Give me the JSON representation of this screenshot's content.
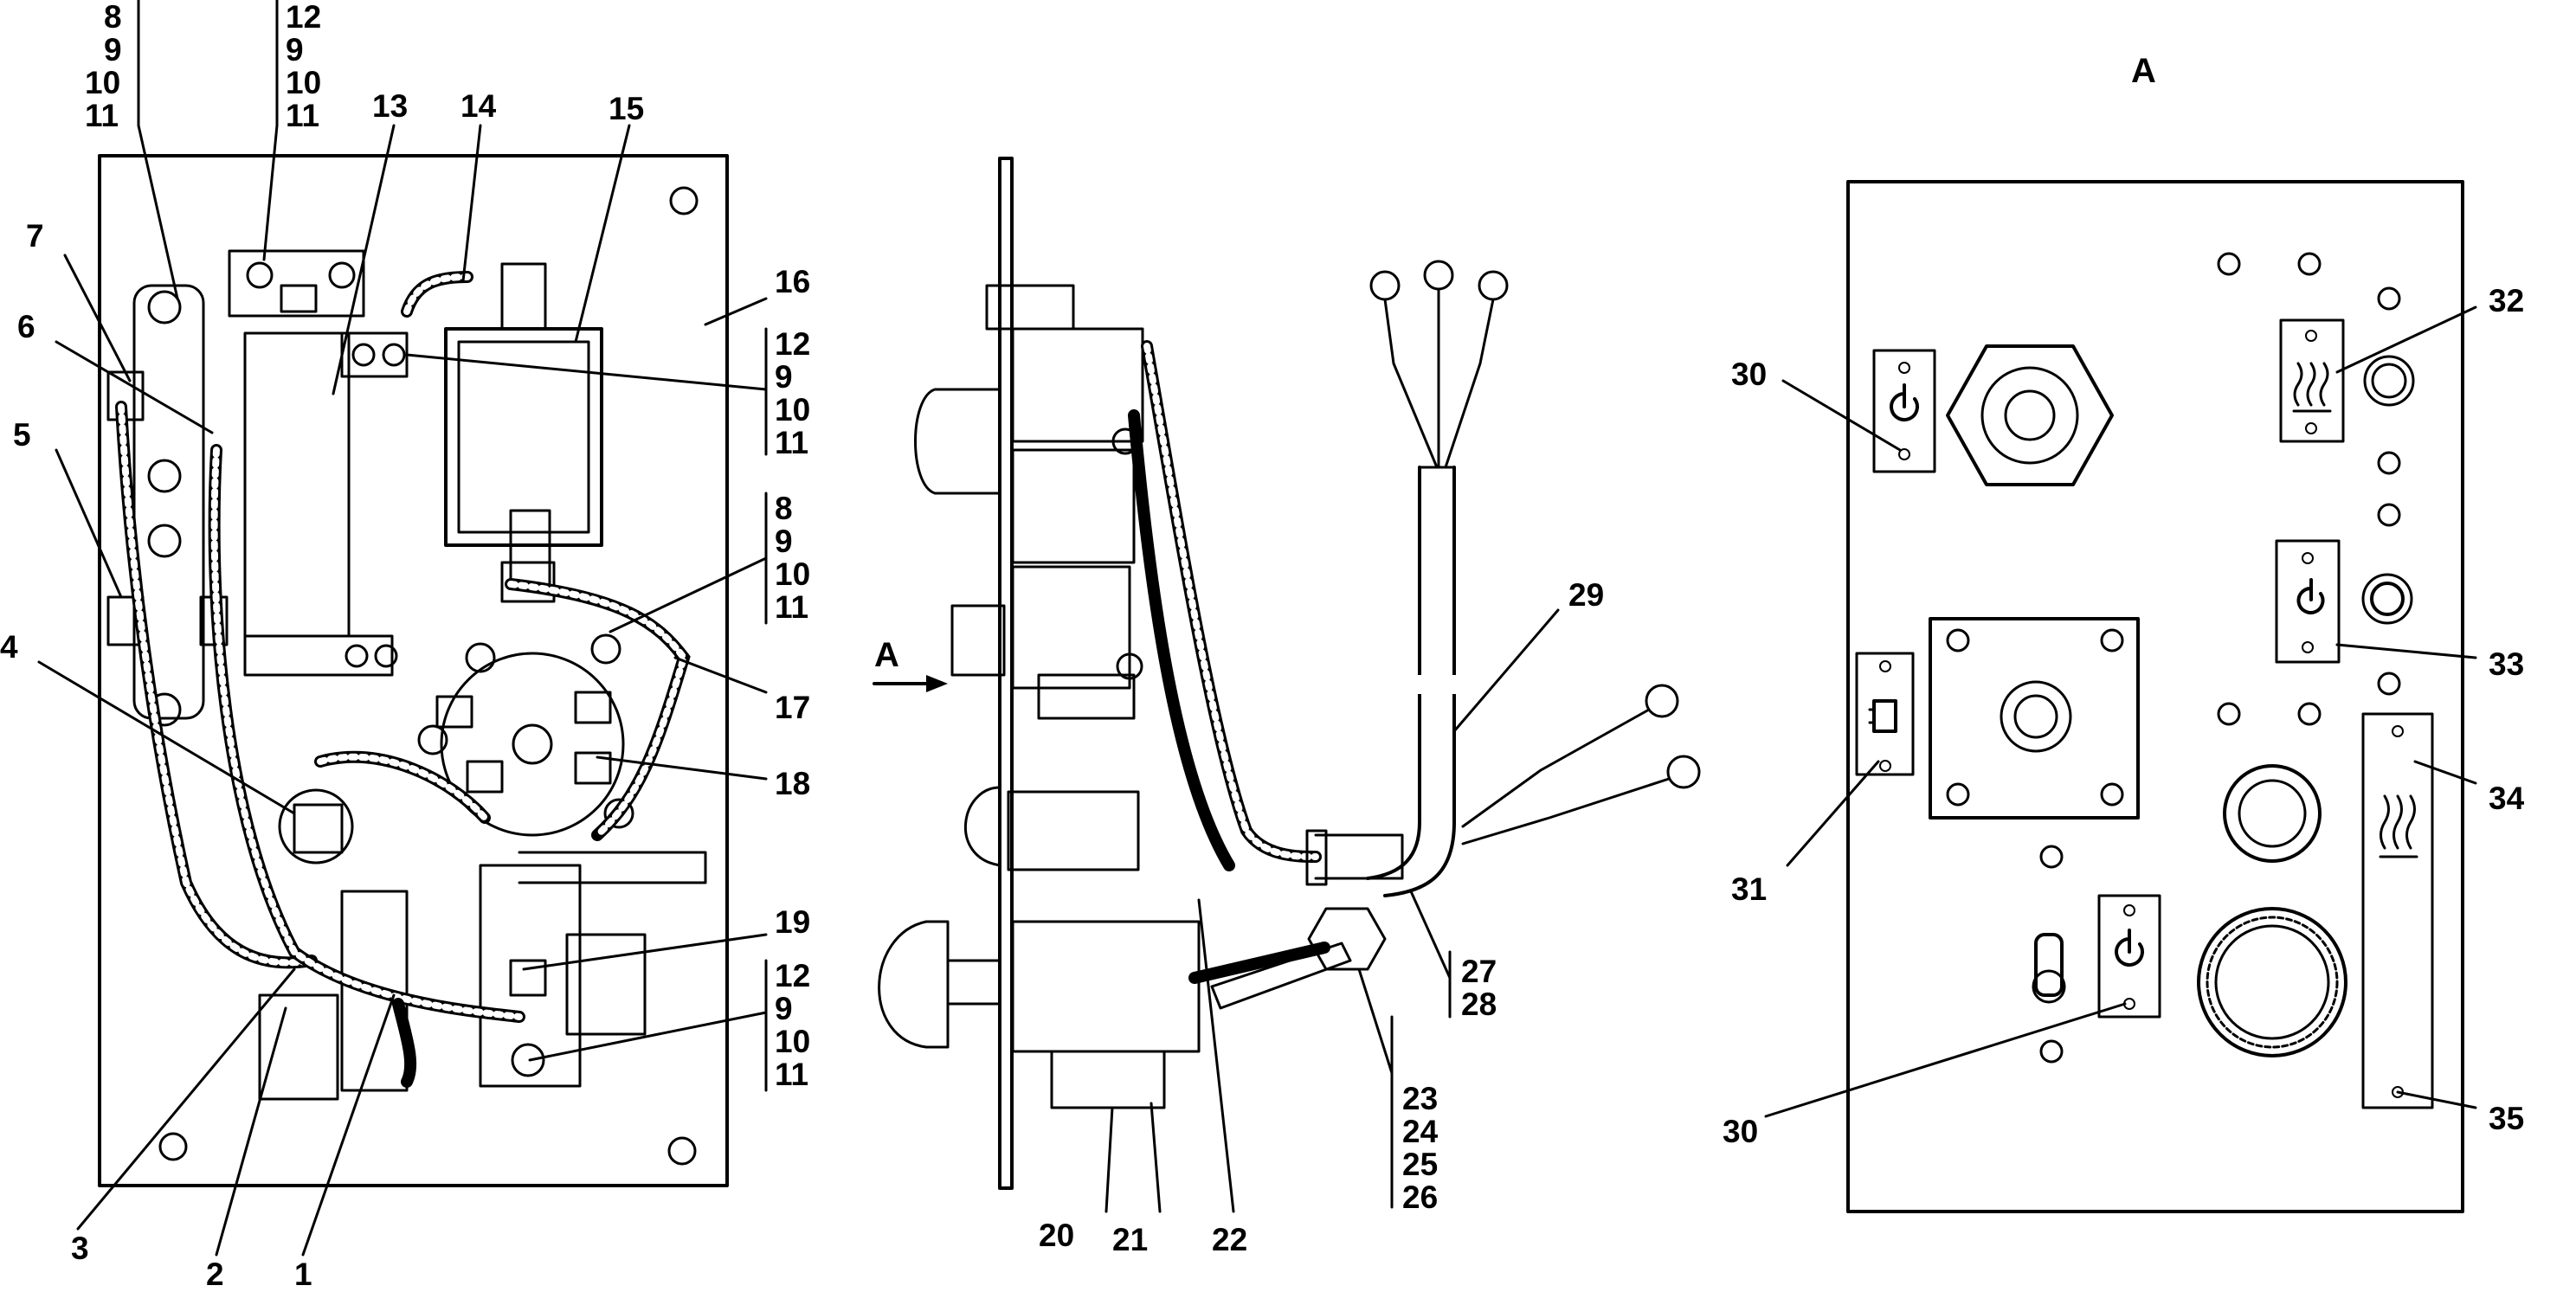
{
  "view_label": "A",
  "callouts": {
    "c1": "1",
    "c2": "2",
    "c3": "3",
    "c4": "4",
    "c5": "5",
    "c6": "6",
    "c7": "7",
    "c8": "8",
    "c9": "9",
    "c10": "10",
    "c11": "11",
    "c12": "12",
    "c13": "13",
    "c14": "14",
    "c15": "15",
    "c16": "16",
    "c17": "17",
    "c18": "18",
    "c19": "19",
    "c20": "20",
    "c21": "21",
    "c22": "22",
    "c23": "23",
    "c24": "24",
    "c25": "25",
    "c26": "26",
    "c27": "27",
    "c28": "28",
    "c29": "29",
    "c30": "30",
    "c31": "31",
    "c32": "32",
    "c33": "33",
    "c34": "34",
    "c35": "35"
  },
  "icons": [
    "power-symbol-icon",
    "heater-symbol-icon",
    "plug-symbol-icon",
    "screw-icon"
  ]
}
